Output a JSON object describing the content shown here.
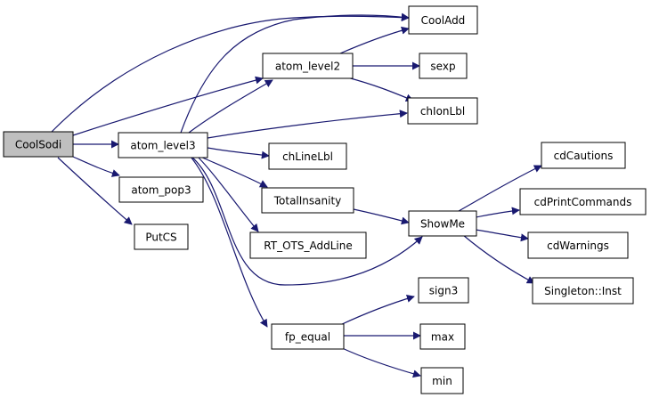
{
  "diagram": {
    "colors": {
      "root_fill": "#bfbfbf",
      "node_fill": "#ffffff",
      "node_stroke": "#000000",
      "edge": "#191970"
    },
    "nodes": {
      "coolsodi": "CoolSodi",
      "atom_level3": "atom_level3",
      "atom_pop3": "atom_pop3",
      "putcs": "PutCS",
      "atom_level2": "atom_level2",
      "cooladd": "CoolAdd",
      "sexp": "sexp",
      "chionlbl": "chIonLbl",
      "chlinelbl": "chLineLbl",
      "totalinsanity": "TotalInsanity",
      "rt_ots_addline": "RT_OTS_AddLine",
      "fp_equal": "fp_equal",
      "showme": "ShowMe",
      "cdcautions": "cdCautions",
      "cdprintcommands": "cdPrintCommands",
      "cdwarnings": "cdWarnings",
      "singleton_inst": "Singleton::Inst",
      "sign3": "sign3",
      "max": "max",
      "min": "min"
    },
    "edges": [
      [
        "coolsodi",
        "cooladd"
      ],
      [
        "coolsodi",
        "atom_level2"
      ],
      [
        "coolsodi",
        "atom_level3"
      ],
      [
        "coolsodi",
        "atom_pop3"
      ],
      [
        "coolsodi",
        "putcs"
      ],
      [
        "atom_level3",
        "cooladd"
      ],
      [
        "atom_level3",
        "atom_level2"
      ],
      [
        "atom_level3",
        "chionlbl"
      ],
      [
        "atom_level3",
        "chlinelbl"
      ],
      [
        "atom_level3",
        "totalinsanity"
      ],
      [
        "atom_level3",
        "rt_ots_addline"
      ],
      [
        "atom_level3",
        "showme"
      ],
      [
        "atom_level3",
        "fp_equal"
      ],
      [
        "atom_level2",
        "cooladd"
      ],
      [
        "atom_level2",
        "sexp"
      ],
      [
        "atom_level2",
        "chionlbl"
      ],
      [
        "totalinsanity",
        "showme"
      ],
      [
        "showme",
        "cdcautions"
      ],
      [
        "showme",
        "cdprintcommands"
      ],
      [
        "showme",
        "cdwarnings"
      ],
      [
        "showme",
        "singleton_inst"
      ],
      [
        "fp_equal",
        "sign3"
      ],
      [
        "fp_equal",
        "max"
      ],
      [
        "fp_equal",
        "min"
      ]
    ]
  }
}
